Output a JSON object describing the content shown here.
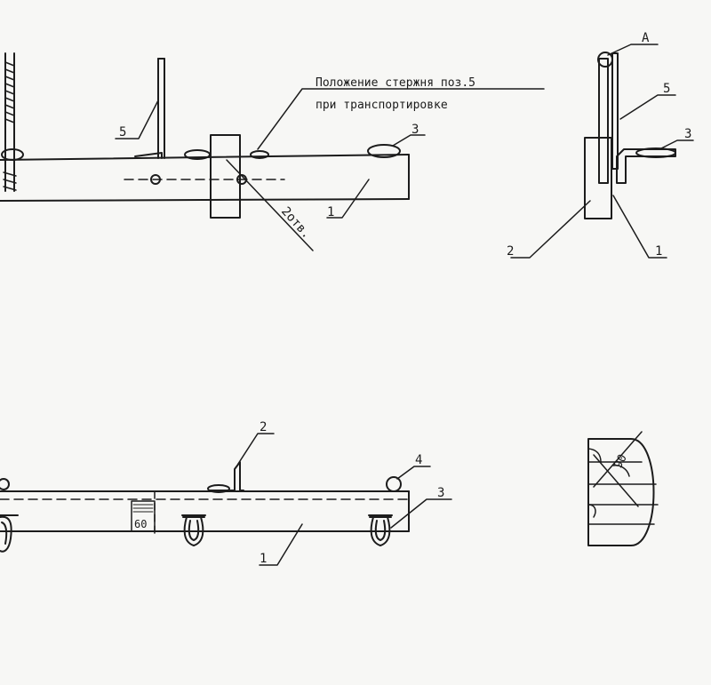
{
  "note": {
    "line1": "Положение стержня поз.5",
    "line2": "при транспортировке"
  },
  "holes_label": "2отв.",
  "side_view_letter": "A",
  "dimension_60": "60",
  "angle_90": "90",
  "callouts": {
    "top_rod": "5",
    "top_loop": "3",
    "top_beam": "1",
    "side_rod": "5",
    "side_loop": "3",
    "side_plate": "2",
    "side_beam": "1",
    "bottom_angle": "2",
    "bottom_lug": "4",
    "bottom_hook": "3",
    "bottom_beam": "1"
  },
  "colors": {
    "ink": "#1c1c1c",
    "paper": "#f7f7f5"
  }
}
